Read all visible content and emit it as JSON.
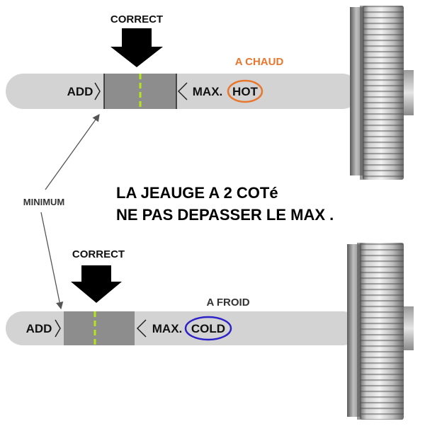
{
  "dipstick_hot": {
    "correct_label": "CORRECT",
    "condition_label": "A CHAUD",
    "add_label": "ADD",
    "max_label": "MAX.",
    "temp_label": "HOT"
  },
  "dipstick_cold": {
    "correct_label": "CORRECT",
    "condition_label": "A FROID",
    "add_label": "ADD",
    "max_label": "MAX.",
    "temp_label": "COLD"
  },
  "minimum_label": "MINIMUM",
  "note": {
    "line1": "LA JEAUGE A 2 COTé",
    "line2": "NE PAS DEPASSER LE MAX ."
  },
  "colors": {
    "hot_accent": "#e8772e",
    "cold_accent": "#2d22c9",
    "dash_marker": "#b6e51a",
    "zone_fill": "#8d8d8d",
    "stick_fill": "#d3d3d3"
  }
}
